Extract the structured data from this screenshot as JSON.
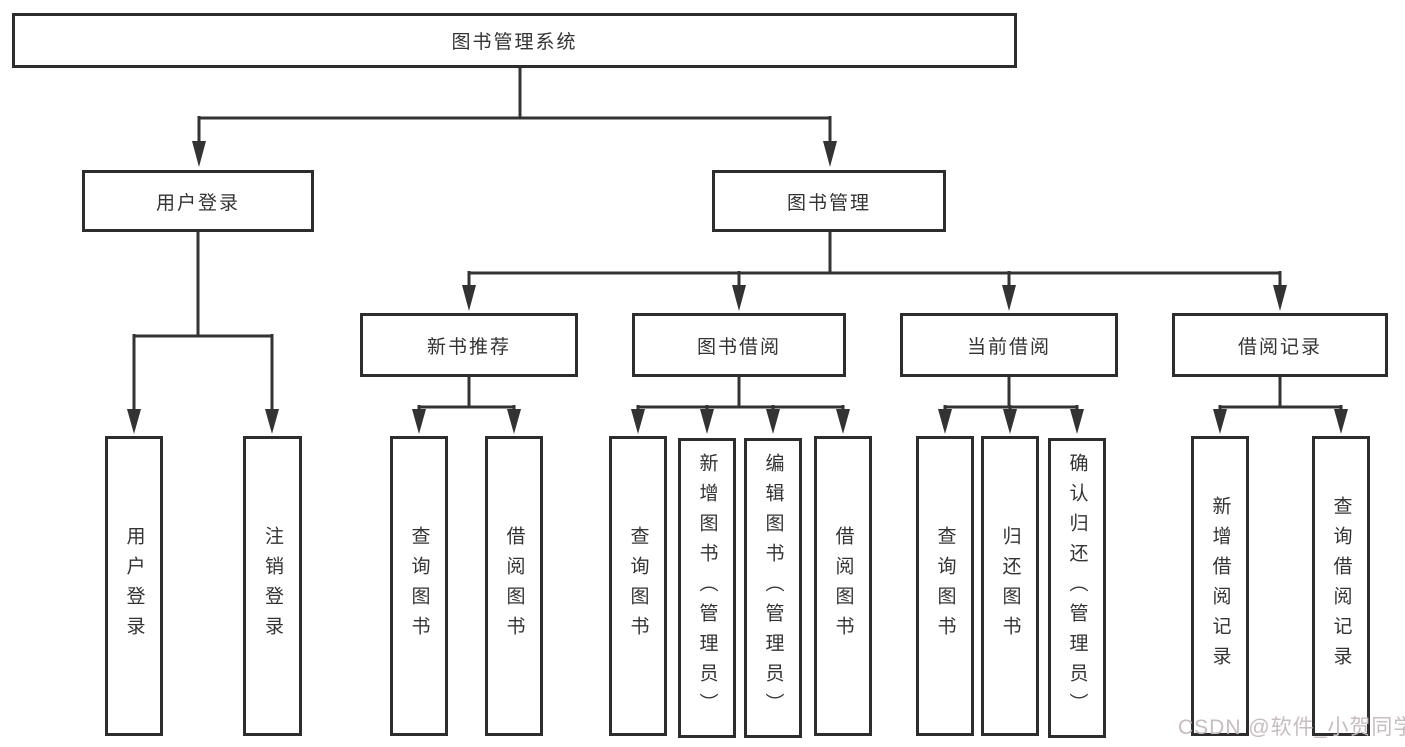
{
  "diagram": {
    "tree": {
      "label": "图书管理系统",
      "children": [
        {
          "label": "用户登录",
          "children": [
            {
              "label": "用户登录"
            },
            {
              "label": "注销登录"
            }
          ]
        },
        {
          "label": "图书管理",
          "children": [
            {
              "label": "新书推荐",
              "children": [
                {
                  "label": "查询图书"
                },
                {
                  "label": "借阅图书"
                }
              ]
            },
            {
              "label": "图书借阅",
              "children": [
                {
                  "label": "查询图书"
                },
                {
                  "label": "新增图书（管理员）"
                },
                {
                  "label": "编辑图书（管理员）"
                },
                {
                  "label": "借阅图书"
                }
              ]
            },
            {
              "label": "当前借阅",
              "children": [
                {
                  "label": "查询图书"
                },
                {
                  "label": "归还图书"
                },
                {
                  "label": "确认归还（管理员）"
                }
              ]
            },
            {
              "label": "借阅记录",
              "children": [
                {
                  "label": "新增借阅记录"
                },
                {
                  "label": "查询借阅记录"
                }
              ]
            }
          ]
        }
      ]
    },
    "line_color": "#333333"
  },
  "watermark": {
    "text": "CSDN @软件_小贺同学",
    "color": "#c7bcc1"
  }
}
